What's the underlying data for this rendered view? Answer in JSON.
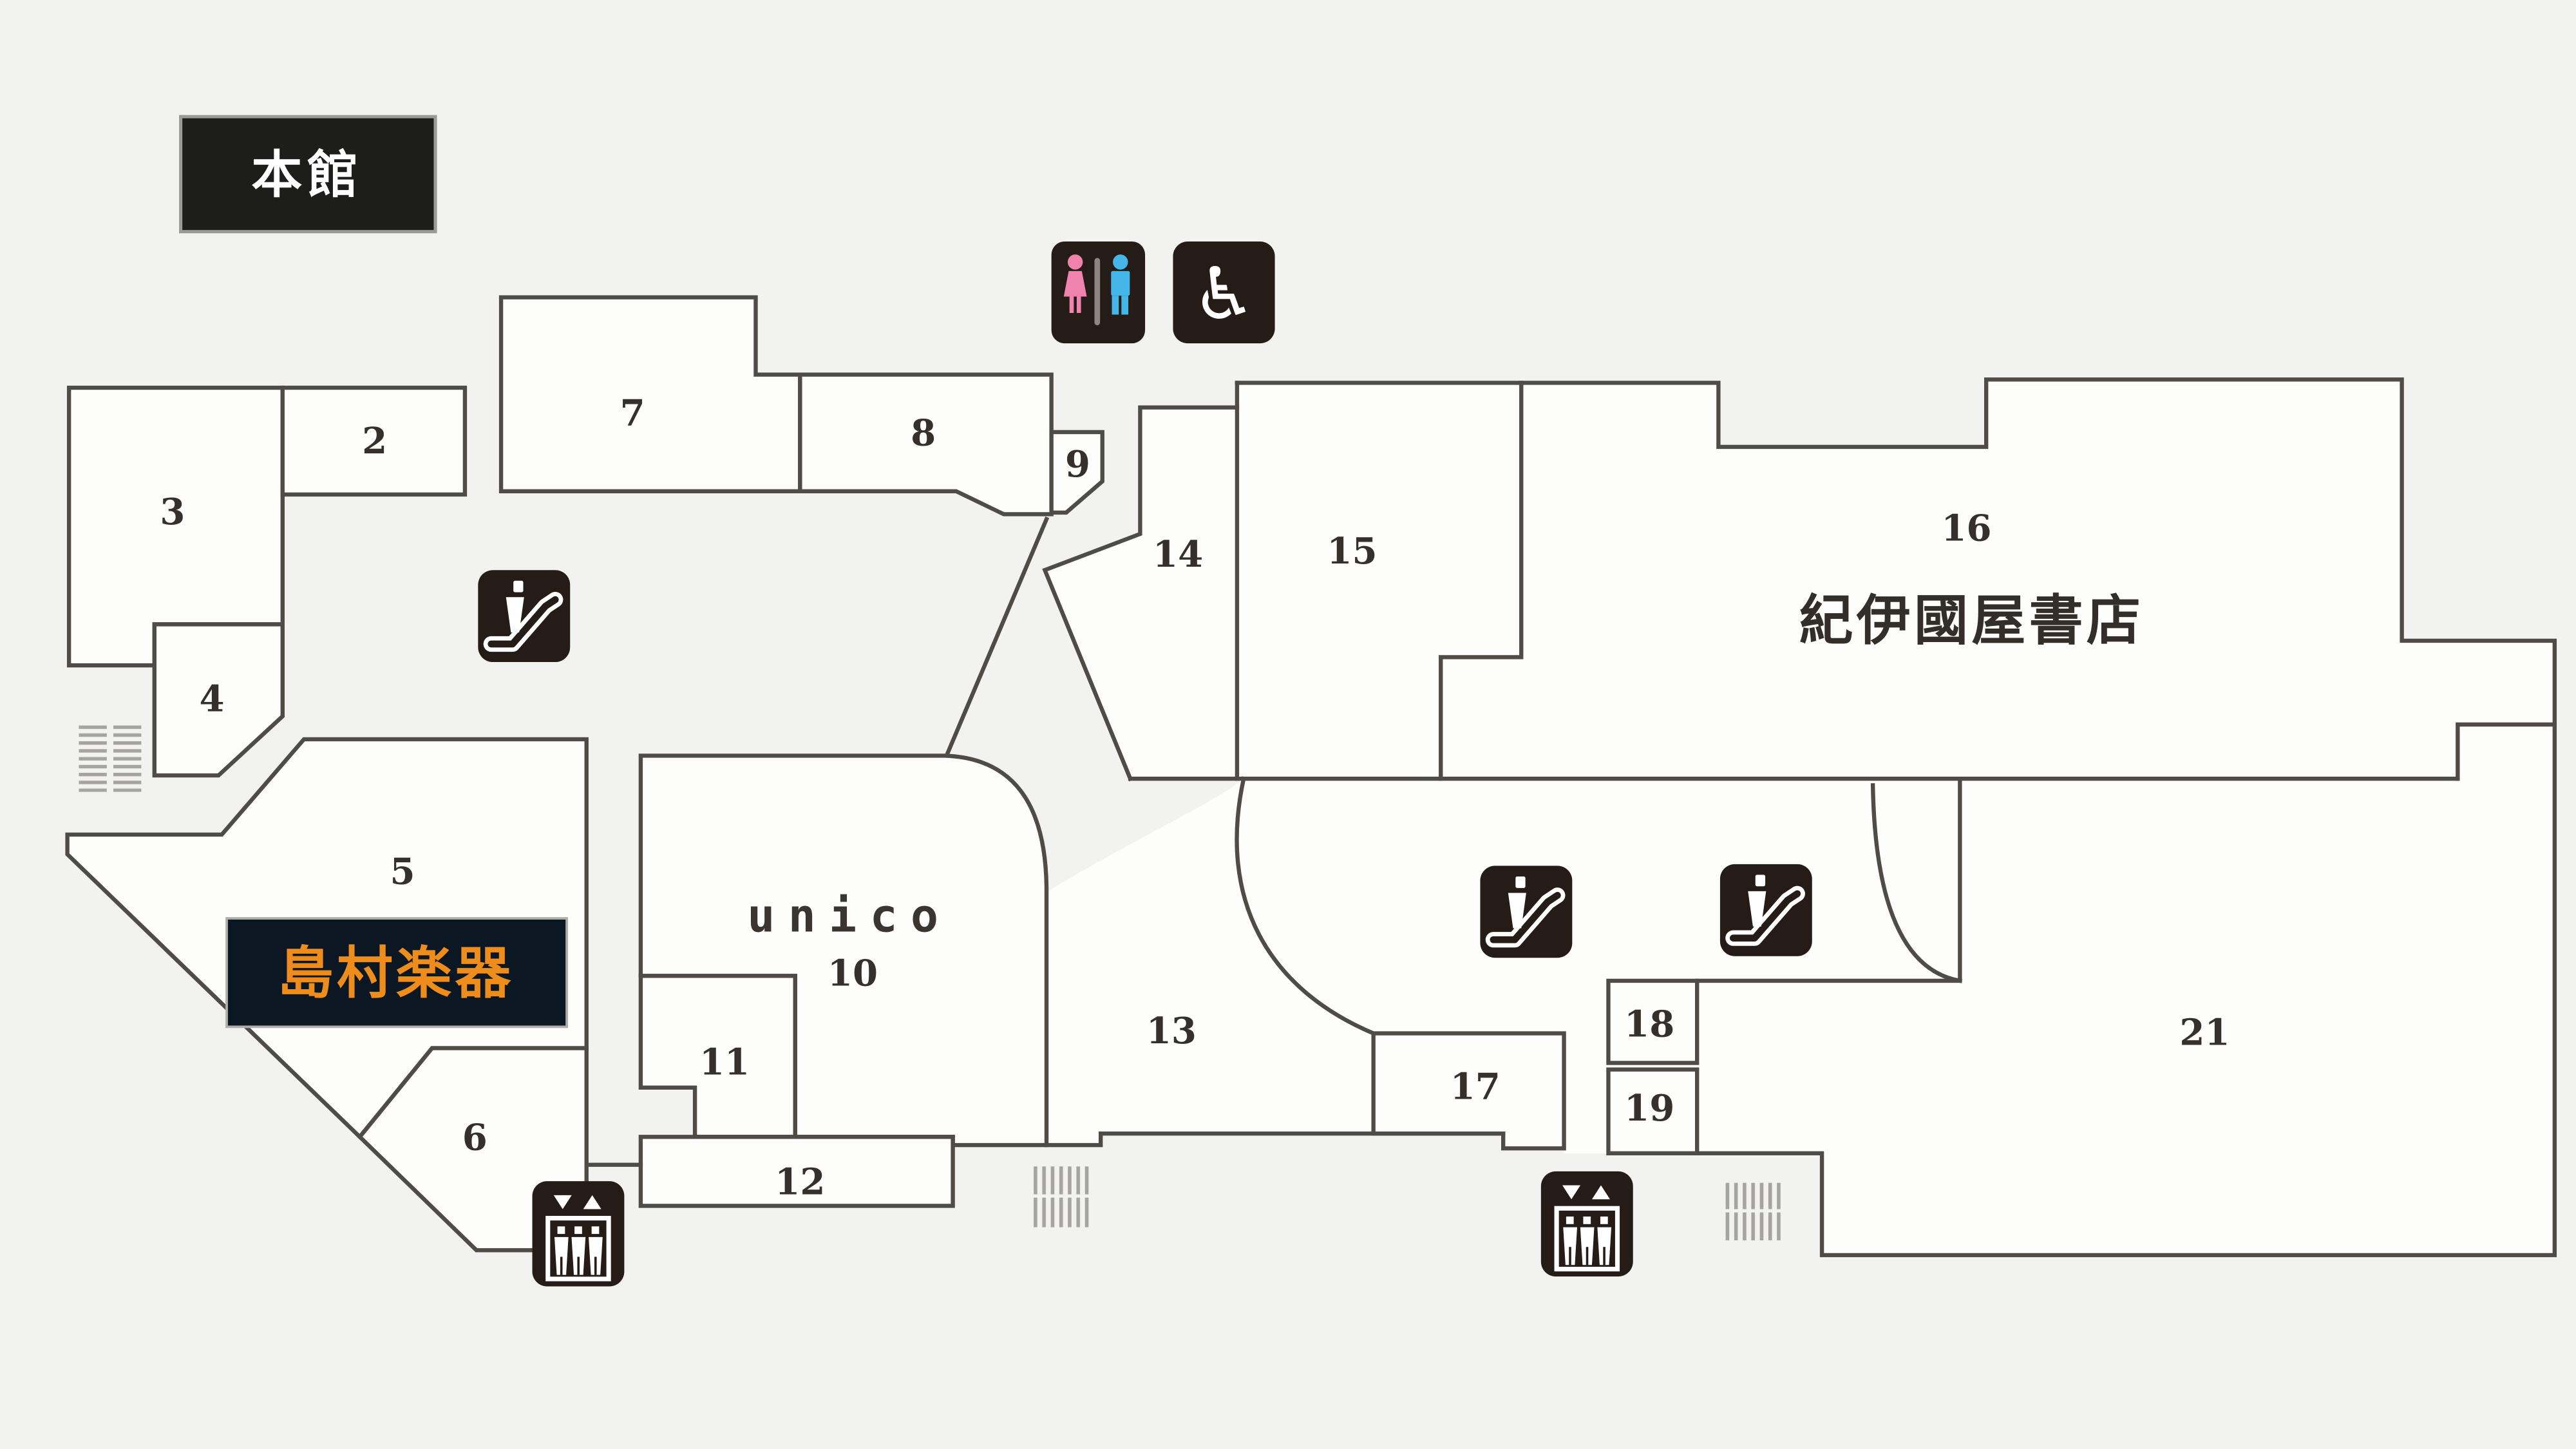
{
  "building_label": {
    "text": "本館"
  },
  "rooms": {
    "r2": "2",
    "r3": "3",
    "r4": "4",
    "r5": "5",
    "r6": "6",
    "r7": "7",
    "r8": "8",
    "r9": "9",
    "r10": "10",
    "r11": "11",
    "r12": "12",
    "r13": "13",
    "r14": "14",
    "r15": "15",
    "r16": "16",
    "r17": "17",
    "r18": "18",
    "r19": "19",
    "r21": "21"
  },
  "stores": {
    "shimamura": {
      "name": "島村楽器",
      "location": "room 5 area"
    },
    "unico": {
      "name": "unico",
      "room_number": "10"
    },
    "kinokuniya": {
      "name": "紀伊國屋書店",
      "room_number": "16"
    }
  },
  "icons": {
    "restroom": "restroom-icon",
    "wheelchair": "wheelchair-accessible-icon",
    "wheelchair_glyph": "♿",
    "escalator": "escalator-icon",
    "elevator": "elevator-icon",
    "stairs": "stairs-hatch"
  },
  "colors": {
    "background": "#f2f2f0",
    "room_fill": "#fdfdfc",
    "wall": "#4f4b47",
    "building_label_bg": "#1d1d1b",
    "shimamura_sign_bg": "#0b1722",
    "shimamura_sign_text": "#ee8d1c",
    "icon_box": "#251c18",
    "restroom_female": "#f083ad",
    "restroom_male": "#45b6e8",
    "restroom_divider": "#8d8580",
    "stairs_bars": "#a6a4a2"
  }
}
